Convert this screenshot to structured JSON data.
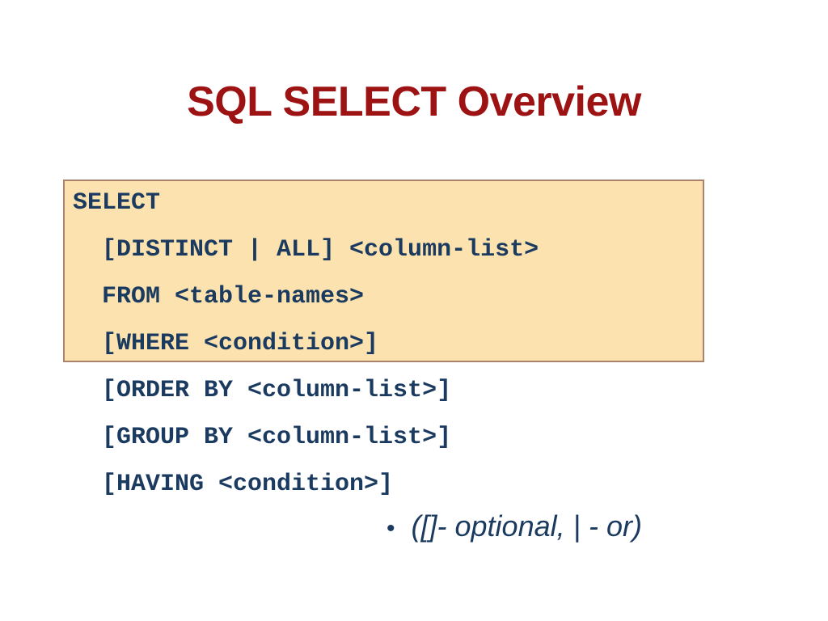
{
  "slide": {
    "title": "SQL SELECT Overview",
    "background_color": "#ffffff",
    "title_color": "#9d1212",
    "code_color": "#1b3a5f"
  },
  "highlight_box": {
    "background_color": "#fbe2ae",
    "border_color": "#a9836b"
  },
  "syntax": {
    "lines": [
      {
        "text": "SELECT",
        "indent": false,
        "highlighted": true
      },
      {
        "text": "[DISTINCT | ALL] <column-list>",
        "indent": true,
        "highlighted": true
      },
      {
        "text": "FROM <table-names>",
        "indent": true,
        "highlighted": true
      },
      {
        "text": "[WHERE <condition>]",
        "indent": true,
        "highlighted": true
      },
      {
        "text": "[ORDER BY <column-list>]",
        "indent": true,
        "highlighted": false
      },
      {
        "text": "[GROUP BY <column-list>]",
        "indent": true,
        "highlighted": false
      },
      {
        "text": "[HAVING <condition>]",
        "indent": true,
        "highlighted": false
      }
    ]
  },
  "footnote": {
    "bullet": "•",
    "text": "([]- optional, | - or)"
  }
}
